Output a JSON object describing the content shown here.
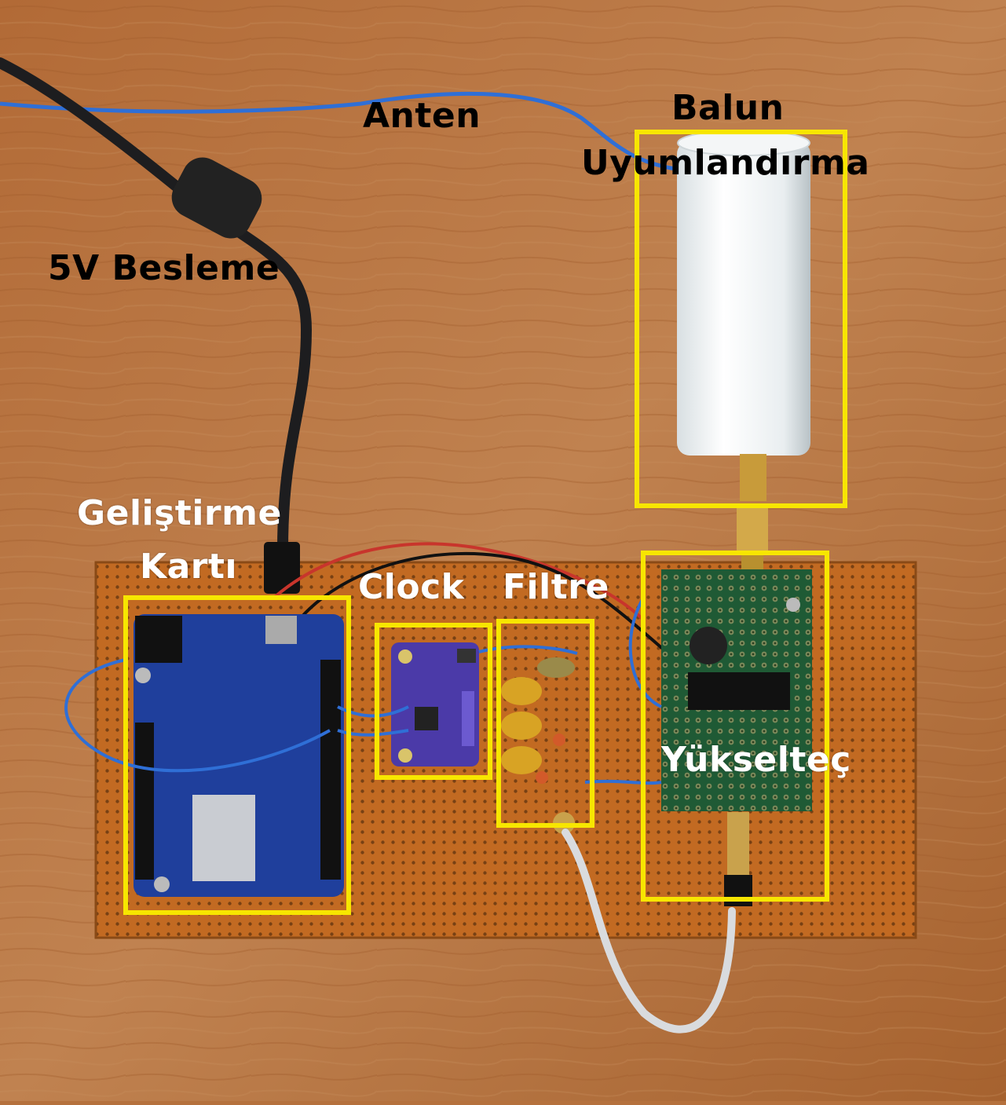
{
  "colors": {
    "annotation_box": "#f7e600",
    "label_dark": "#000000",
    "label_light": "#ffffff"
  },
  "labels": {
    "anten": "Anten",
    "balun": "Balun",
    "uyumlandirma": "Uyumlandırma",
    "besleme": "5V Besleme",
    "gelistirme": "Geliştirme",
    "karti": "Kartı",
    "clock": "Clock",
    "filtre": "Filtre",
    "yukseltec": "Yükselteç"
  }
}
